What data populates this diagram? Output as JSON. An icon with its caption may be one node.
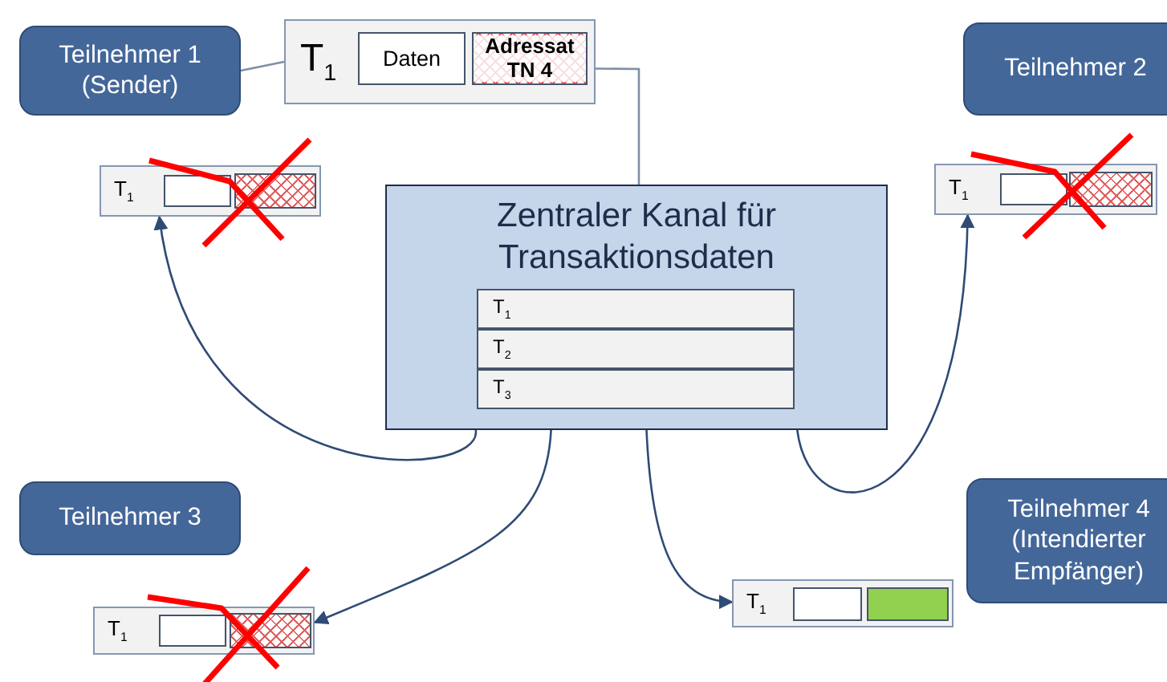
{
  "diagram": {
    "nodes": [
      {
        "text": [
          "Teilnehmer 1 (Sender)"
        ]
      },
      {
        "text": [
          "T$_{1}$"
        ]
      },
      {
        "text": [
          "Daten"
        ],
        "in": 1
      },
      {
        "text": [
          "Adressat TN 4"
        ],
        "in": 1
      },
      {
        "text": [
          "Teilnehmer 2"
        ]
      },
      {
        "text": [
          "T$_{1}$"
        ]
      },
      {
        "text": [],
        "shape": "box",
        "in": 5
      },
      {
        "text": [],
        "shape": "box",
        "in": 5
      },
      {
        "text": [
          "T$_{1}$"
        ]
      },
      {
        "text": [],
        "shape": "box",
        "in": 8
      },
      {
        "text": [],
        "shape": "box",
        "in": 8
      },
      {
        "text": [
          "Zentraler Kanal für Transaktionsdaten"
        ]
      },
      {
        "text": [
          "T$_{1}$"
        ],
        "in": 11
      },
      {
        "text": [
          "T$_{2}$"
        ],
        "in": 11
      },
      {
        "text": [
          "T$_{3}$"
        ],
        "in": 11
      },
      {
        "text": [
          "Teilnehmer 3"
        ]
      },
      {
        "text": [
          "Teilnehmer 4 (Intendierter Empfänger)"
        ]
      },
      {
        "text": [
          "T$_{1}$"
        ]
      },
      {
        "text": [],
        "shape": "box",
        "in": 17
      },
      {
        "text": [],
        "shape": "box",
        "in": 17
      },
      {
        "text": [
          "T$_{1}$"
        ]
      },
      {
        "text": [],
        "shape": "box",
        "in": 20
      },
      {
        "text": [],
        "shape": "box",
        "in": 20
      }
    ],
    "edges": [
      {
        "from": 0,
        "to": 1,
        "arrow": "none"
      },
      {
        "from": 1,
        "to": 12,
        "arrow": "to"
      },
      {
        "from": 11,
        "to": 5,
        "arrow": "to"
      },
      {
        "from": 11,
        "to": 8,
        "arrow": "to"
      },
      {
        "from": 11,
        "to": 17,
        "arrow": "to"
      },
      {
        "from": 11,
        "to": 20,
        "arrow": "to"
      }
    ]
  }
}
